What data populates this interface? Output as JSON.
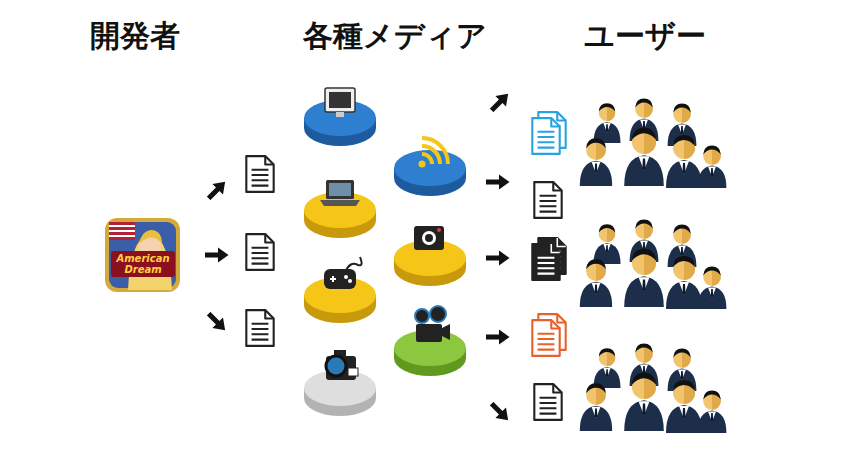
{
  "diagram": {
    "labels": [
      "開発者",
      "各種メディア",
      "ユーザー",
      "American Dream"
    ]
  }
}
